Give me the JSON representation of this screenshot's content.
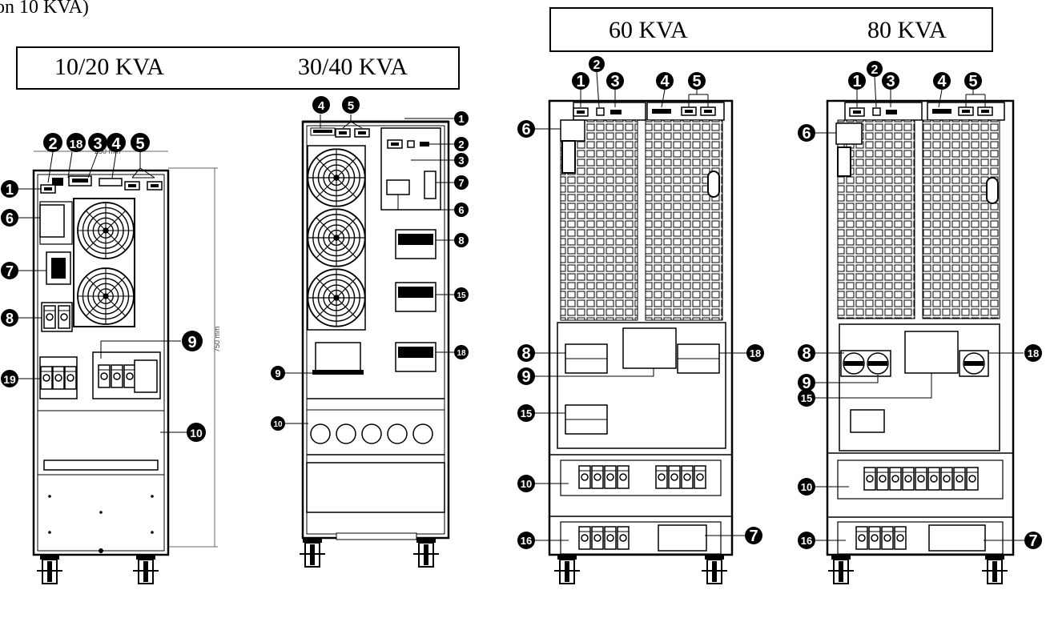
{
  "caption": "on 10 KVA)",
  "header_left": {
    "label_a": "10/20 KVA",
    "label_b": "30/40 KVA"
  },
  "header_right": {
    "label_a": "60 KVA",
    "label_b": "80 KVA"
  },
  "dim_width": "250 mm",
  "dim_height": "750 mm",
  "callouts": {
    "u1": [
      "2",
      "18",
      "3",
      "4",
      "5",
      "1",
      "6",
      "7",
      "8",
      "9",
      "19",
      "10"
    ],
    "u2": [
      "4",
      "5",
      "1",
      "2",
      "3",
      "7",
      "6",
      "8",
      "15",
      "18",
      "9",
      "10"
    ],
    "u3": [
      "1",
      "2",
      "3",
      "4",
      "5",
      "6",
      "8",
      "18",
      "9",
      "15",
      "10",
      "16",
      "7"
    ],
    "u4": [
      "2",
      "1",
      "3",
      "4",
      "5",
      "6",
      "8",
      "18",
      "9",
      "15",
      "10",
      "16",
      "7"
    ]
  }
}
